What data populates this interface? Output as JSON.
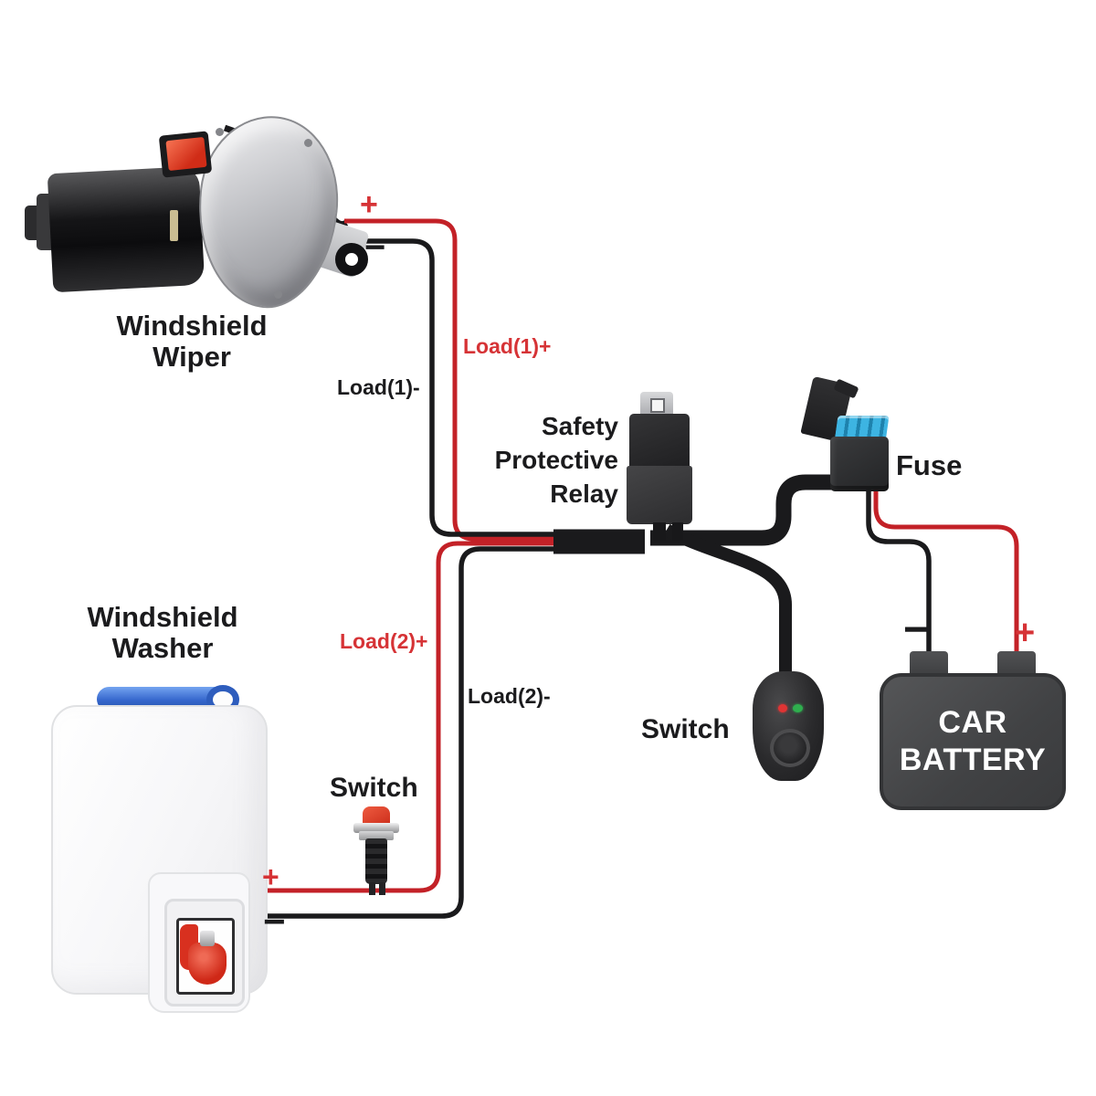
{
  "diagram": {
    "colors": {
      "background": "#ffffff",
      "wire_red": "#c32127",
      "wire_black": "#1a1a1c",
      "label_red": "#d63336",
      "label_black": "#1b1b1d",
      "battery_text": "#ffffff",
      "fuse_blue": "#3db4e2",
      "washer_handle_blue": "#3566cc",
      "pump_red": "#d8301f",
      "push_button_red": "#d9392a",
      "led_red": "#e03434",
      "led_green": "#2fae4e"
    },
    "labels": {
      "wiper": "Windshield\nWiper",
      "washer": "Windshield\nWasher",
      "relay": "Safety\nProtective\nRelay",
      "fuse": "Fuse",
      "relay_switch": "Switch",
      "washer_switch": "Switch",
      "battery": "CAR\nBATTERY"
    },
    "wire_labels": {
      "load1_plus": "Load(1)+",
      "load1_minus": "Load(1)-",
      "load2_plus": "Load(2)+",
      "load2_minus": "Load(2)-"
    },
    "polarity": {
      "wiper_plus": "+",
      "wiper_minus": "−",
      "washer_plus": "+",
      "washer_minus": "−",
      "battery_plus": "+",
      "battery_minus": "−"
    }
  }
}
